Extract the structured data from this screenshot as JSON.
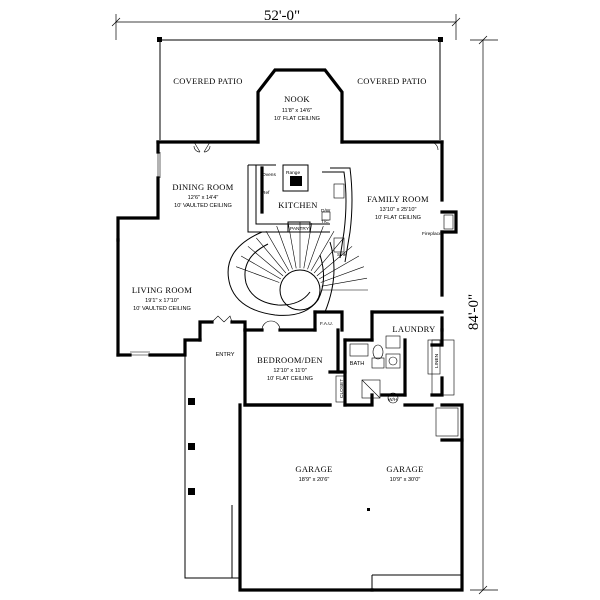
{
  "dimensions": {
    "width": "52'-0\"",
    "depth": "84'-0\""
  },
  "rooms": {
    "covered_patio_left": {
      "name": "COVERED PATIO"
    },
    "covered_patio_right": {
      "name": "COVERED PATIO"
    },
    "nook": {
      "name": "NOOK",
      "size": "11'8\" x 14'6\"",
      "ceiling": "10' FLAT CEILING"
    },
    "dining": {
      "name": "DINING ROOM",
      "size": "12'6\" x 14'4\"",
      "ceiling": "10' VAULTED CEILING"
    },
    "kitchen": {
      "name": "KITCHEN"
    },
    "family": {
      "name": "FAMILY ROOM",
      "size": "13'10\" x 25'10\"",
      "ceiling": "10' FLAT CEILING"
    },
    "living": {
      "name": "LIVING ROOM",
      "size": "19'1\" x 17'10\"",
      "ceiling": "10' VAULTED CEILING"
    },
    "entry": {
      "name": "ENTRY"
    },
    "bedroom": {
      "name": "BEDROOM/DEN",
      "size": "12'10\" x 11'0\"",
      "ceiling": "10' FLAT CEILING"
    },
    "laundry": {
      "name": "LAUNDRY"
    },
    "bath": {
      "name": "BATH"
    },
    "garage_left": {
      "name": "GARAGE",
      "size": "18'9\" x 20'6\""
    },
    "garage_right": {
      "name": "GARAGE",
      "size": "10'9\" x 30'0\""
    }
  },
  "fixtures": {
    "ovens": "Ovens",
    "range": "Range",
    "ref": "Ref",
    "pantry": "PANTRY",
    "dw": "D/W",
    "tc": "T/C",
    "sink": "Sink",
    "fireplace": "Fireplace",
    "fau": "F.A.U.",
    "closet": "CLOSET",
    "linen": "LINEN",
    "wh": "W/H"
  }
}
